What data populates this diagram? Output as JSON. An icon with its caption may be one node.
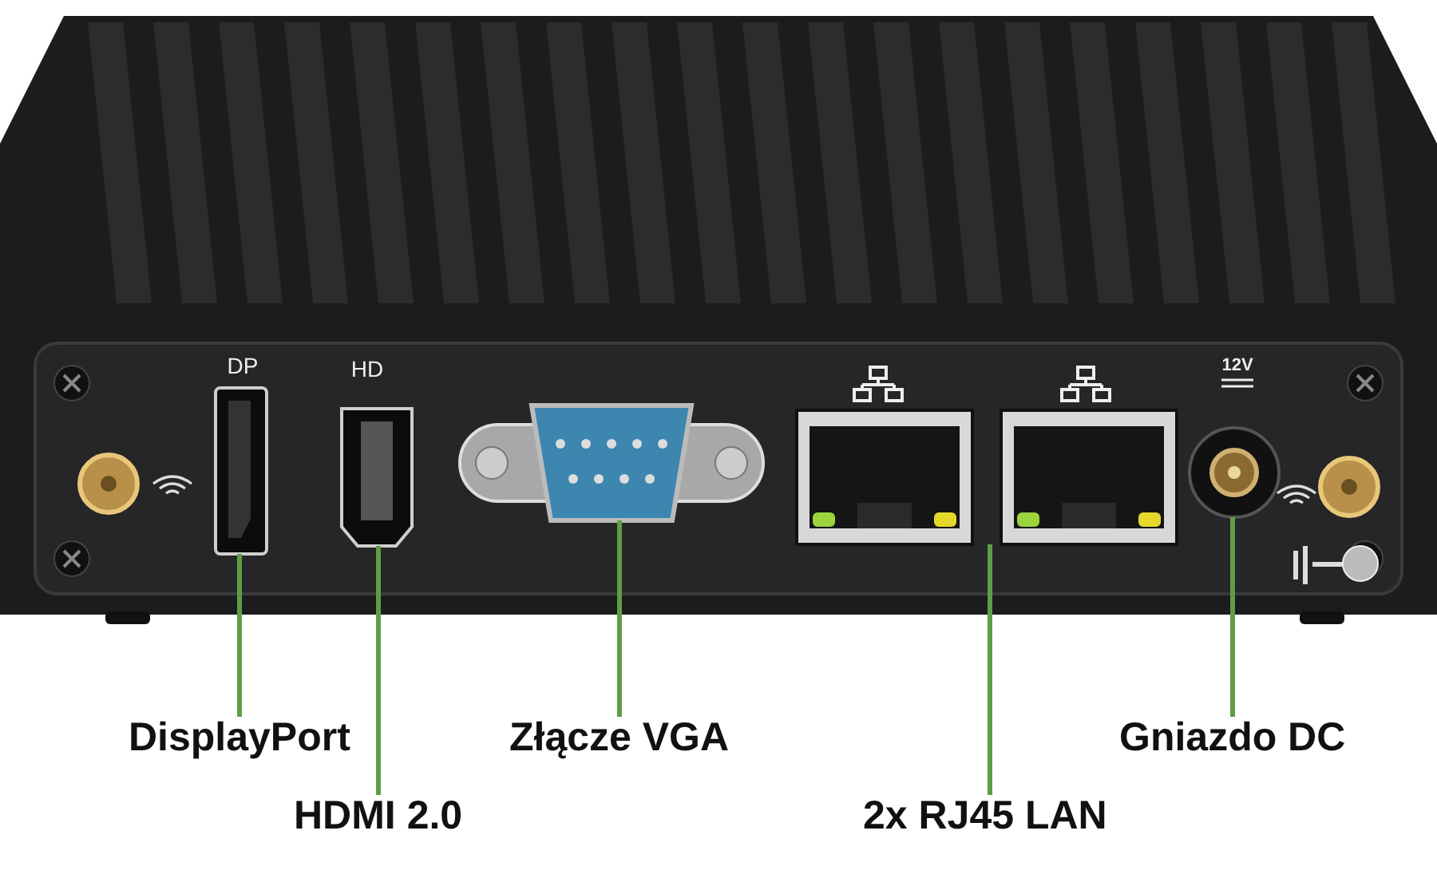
{
  "diagram": {
    "nodes": [
      {
        "text": [
          "DisplayPort"
        ]
      },
      {
        "text": [
          "HDMI 2.0"
        ]
      },
      {
        "text": [
          "Złącze VGA"
        ]
      },
      {
        "text": [
          "2x RJ45 LAN"
        ]
      },
      {
        "text": [
          "Gniazdo DC"
        ]
      },
      {
        "text": [],
        "shape": "picture"
      },
      {
        "text": [],
        "shape": "picture"
      },
      {
        "text": [],
        "shape": "picture"
      },
      {
        "text": [],
        "shape": "picture"
      },
      {
        "text": [],
        "shape": "picture"
      }
    ],
    "edges": [
      {
        "from": 0,
        "to": 5,
        "arrow": "none"
      },
      {
        "from": 1,
        "to": 6,
        "arrow": "none"
      },
      {
        "from": 2,
        "to": 7,
        "arrow": "none"
      },
      {
        "from": 3,
        "to": 8,
        "arrow": "none"
      },
      {
        "from": 4,
        "to": 9,
        "arrow": "none"
      }
    ],
    "labels": [
      "DP",
      "HD",
      "12V"
    ]
  }
}
